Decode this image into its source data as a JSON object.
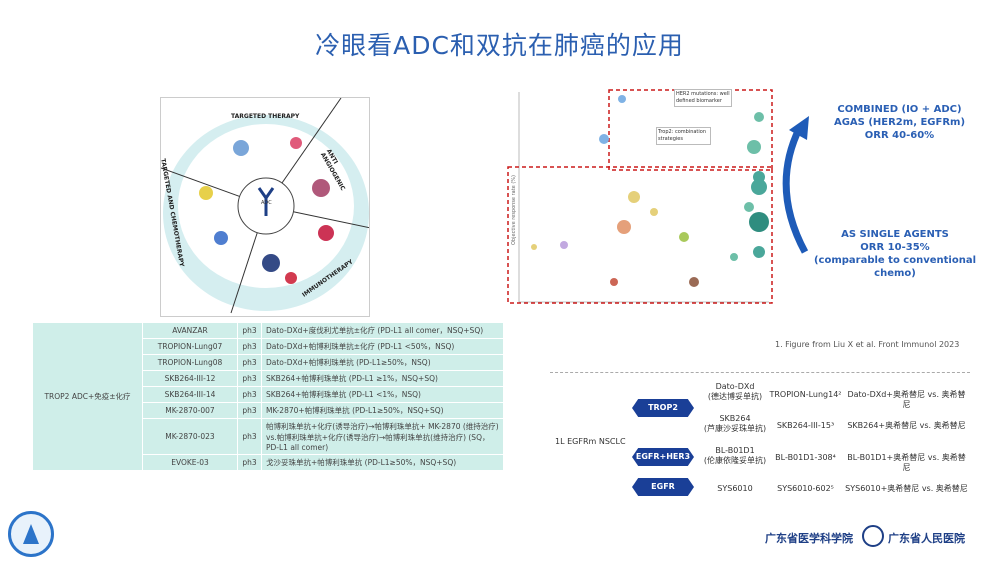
{
  "title": "冷眼看ADC和双抗在肺癌的应用",
  "circle_figure": {
    "center_label": "ADC",
    "segments": [
      "TARGETED THERAPY",
      "ANTI ANGIOGENIC",
      "IMMUNOTHERAPY",
      "TARGETED AND CHEMOTHERAPY"
    ]
  },
  "table": {
    "group_label": "TROP2 ADC+免疫±化疗",
    "rows": [
      {
        "trial": "AVANZAR",
        "phase": "ph3",
        "regimen": "Dato-DXd+度伐利尤单抗±化疗 (PD-L1 all comer，NSQ+SQ)"
      },
      {
        "trial": "TROPION-Lung07",
        "phase": "ph3",
        "regimen": "Dato-DXd+帕博利珠单抗±化疗 (PD-L1 <50%，NSQ)"
      },
      {
        "trial": "TROPION-Lung08",
        "phase": "ph3",
        "regimen": "Dato-DXd+帕博利珠单抗 (PD-L1≥50%，NSQ)"
      },
      {
        "trial": "SKB264-III-12",
        "phase": "ph3",
        "regimen": "SKB264+帕博利珠单抗 (PD-L1 ≥1%，NSQ+SQ)"
      },
      {
        "trial": "SKB264-III-14",
        "phase": "ph3",
        "regimen": "SKB264+帕博利珠单抗 (PD-L1 <1%，NSQ)"
      },
      {
        "trial": "MK-2870-007",
        "phase": "ph3",
        "regimen": "MK-2870+帕博利珠单抗 (PD-L1≥50%，NSQ+SQ)"
      },
      {
        "trial": "MK-2870-023",
        "phase": "ph3",
        "regimen": "帕博利珠单抗+化疗(诱导治疗)→帕博利珠单抗+ MK-2870 (维持治疗) vs.帕博利珠单抗+化疗(诱导治疗)→帕博利珠单抗(维持治疗) (SQ，PD-L1 all comer)"
      },
      {
        "trial": "EVOKE-03",
        "phase": "ph3",
        "regimen": "戈沙妥珠单抗+帕博利珠单抗 (PD-L1≥50%，NSQ+SQ)"
      }
    ]
  },
  "scatter_figure": {
    "callout1": "HER2 mutations: well defined biomarker",
    "callout2": "Trop2: combination strategies",
    "ylabel": "Objective response rate (%)"
  },
  "right_text": {
    "combined": [
      "COMBINED (IO + ADC)",
      "AGAS (HER2m, EGFRm)",
      "ORR 40-60%"
    ],
    "single": [
      "AS SINGLE AGENTS",
      "ORR 10-35%",
      "(comparable to conventional chemo)"
    ]
  },
  "caption": "1. Figure from Liu X et al. Front Immunol 2023",
  "drug_panel": {
    "row_label": "1L EGFRm NSCLC",
    "rows": [
      {
        "target": "TROP2",
        "drugs": [
          [
            "Dato-DXd",
            "(德达博妥单抗)"
          ],
          [
            "SKB264",
            "(芦康沙妥珠单抗)"
          ]
        ],
        "trials": [
          "TROPION-Lung14²",
          "SKB264-III-15³"
        ],
        "arms": [
          "Dato-DXd+奥希替尼 vs. 奥希替尼",
          "SKB264+奥希替尼 vs. 奥希替尼"
        ]
      },
      {
        "target": "EGFR+HER3",
        "drugs": [
          [
            "BL-B01D1",
            "(伦康依隆妥单抗)"
          ]
        ],
        "trials": [
          "BL-B01D1-308⁴"
        ],
        "arms": [
          "BL-B01D1+奥希替尼 vs. 奥希替尼"
        ]
      },
      {
        "target": "EGFR",
        "drugs": [
          [
            "SYS6010",
            ""
          ]
        ],
        "trials": [
          "SYS6010-602⁵"
        ],
        "arms": [
          "SYS6010+奥希替尼 vs. 奥希替尼"
        ]
      }
    ]
  },
  "logos": {
    "academy": "广东省医学科学院",
    "hospital": "广东省人民医院"
  },
  "colors": {
    "accent": "#2b5fb0",
    "table_bg": "#cfeee9",
    "pill": "#1a3f97"
  }
}
